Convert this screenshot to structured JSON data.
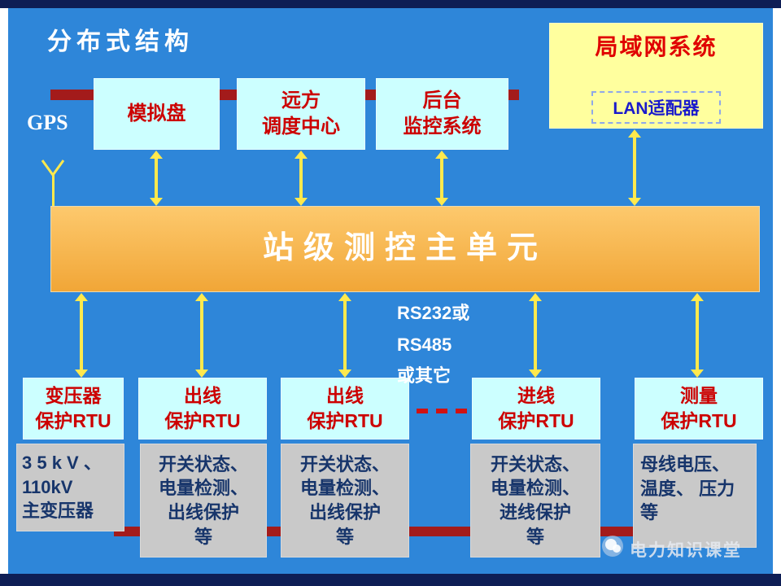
{
  "slide": {
    "title": "分布式结构",
    "gps": "GPS",
    "lan": {
      "title": "局域网系统",
      "adapter": "LAN适配器"
    },
    "top_boxes": [
      {
        "lines": [
          "模拟盘"
        ]
      },
      {
        "lines": [
          "远方",
          "调度中心"
        ]
      },
      {
        "lines": [
          "后台",
          "监控系统"
        ]
      }
    ],
    "main_unit": "站级测控主单元",
    "bus_label": {
      "lines": [
        "RS232或",
        "RS485",
        "或其它"
      ]
    },
    "rtu_boxes": [
      {
        "lines": [
          "变压器",
          "保护RTU"
        ]
      },
      {
        "lines": [
          "出线",
          "保护RTU"
        ]
      },
      {
        "lines": [
          "出线",
          "保护RTU"
        ]
      },
      {
        "lines": [
          "进线",
          "保护RTU"
        ]
      },
      {
        "lines": [
          "测量",
          "保护RTU"
        ]
      }
    ],
    "detail_boxes": [
      {
        "lines": [
          "3 5 k V 、",
          "110kV",
          "主变压器"
        ]
      },
      {
        "lines": [
          "开关状态、",
          "电量检测、",
          "出线保护",
          "等"
        ]
      },
      {
        "lines": [
          "开关状态、",
          "电量检测、",
          "出线保护",
          "等"
        ]
      },
      {
        "lines": [
          "开关状态、",
          "电量检测、",
          "进线保护",
          "等"
        ]
      },
      {
        "lines": [
          "母线电压、",
          "温度、 压力",
          "等"
        ]
      }
    ],
    "watermark": "电力知识课堂"
  },
  "colors": {
    "background": "#2e86d9",
    "frame": "#0e1e55",
    "box_cyan": "#ccffff",
    "box_yellow": "#ffff9e",
    "main_orange": "#f5ad45",
    "accent_red": "#cc0000",
    "bar_dark_red": "#a31b1b",
    "arrow_yellow": "#ffe94d",
    "text_navy": "#17356b"
  }
}
